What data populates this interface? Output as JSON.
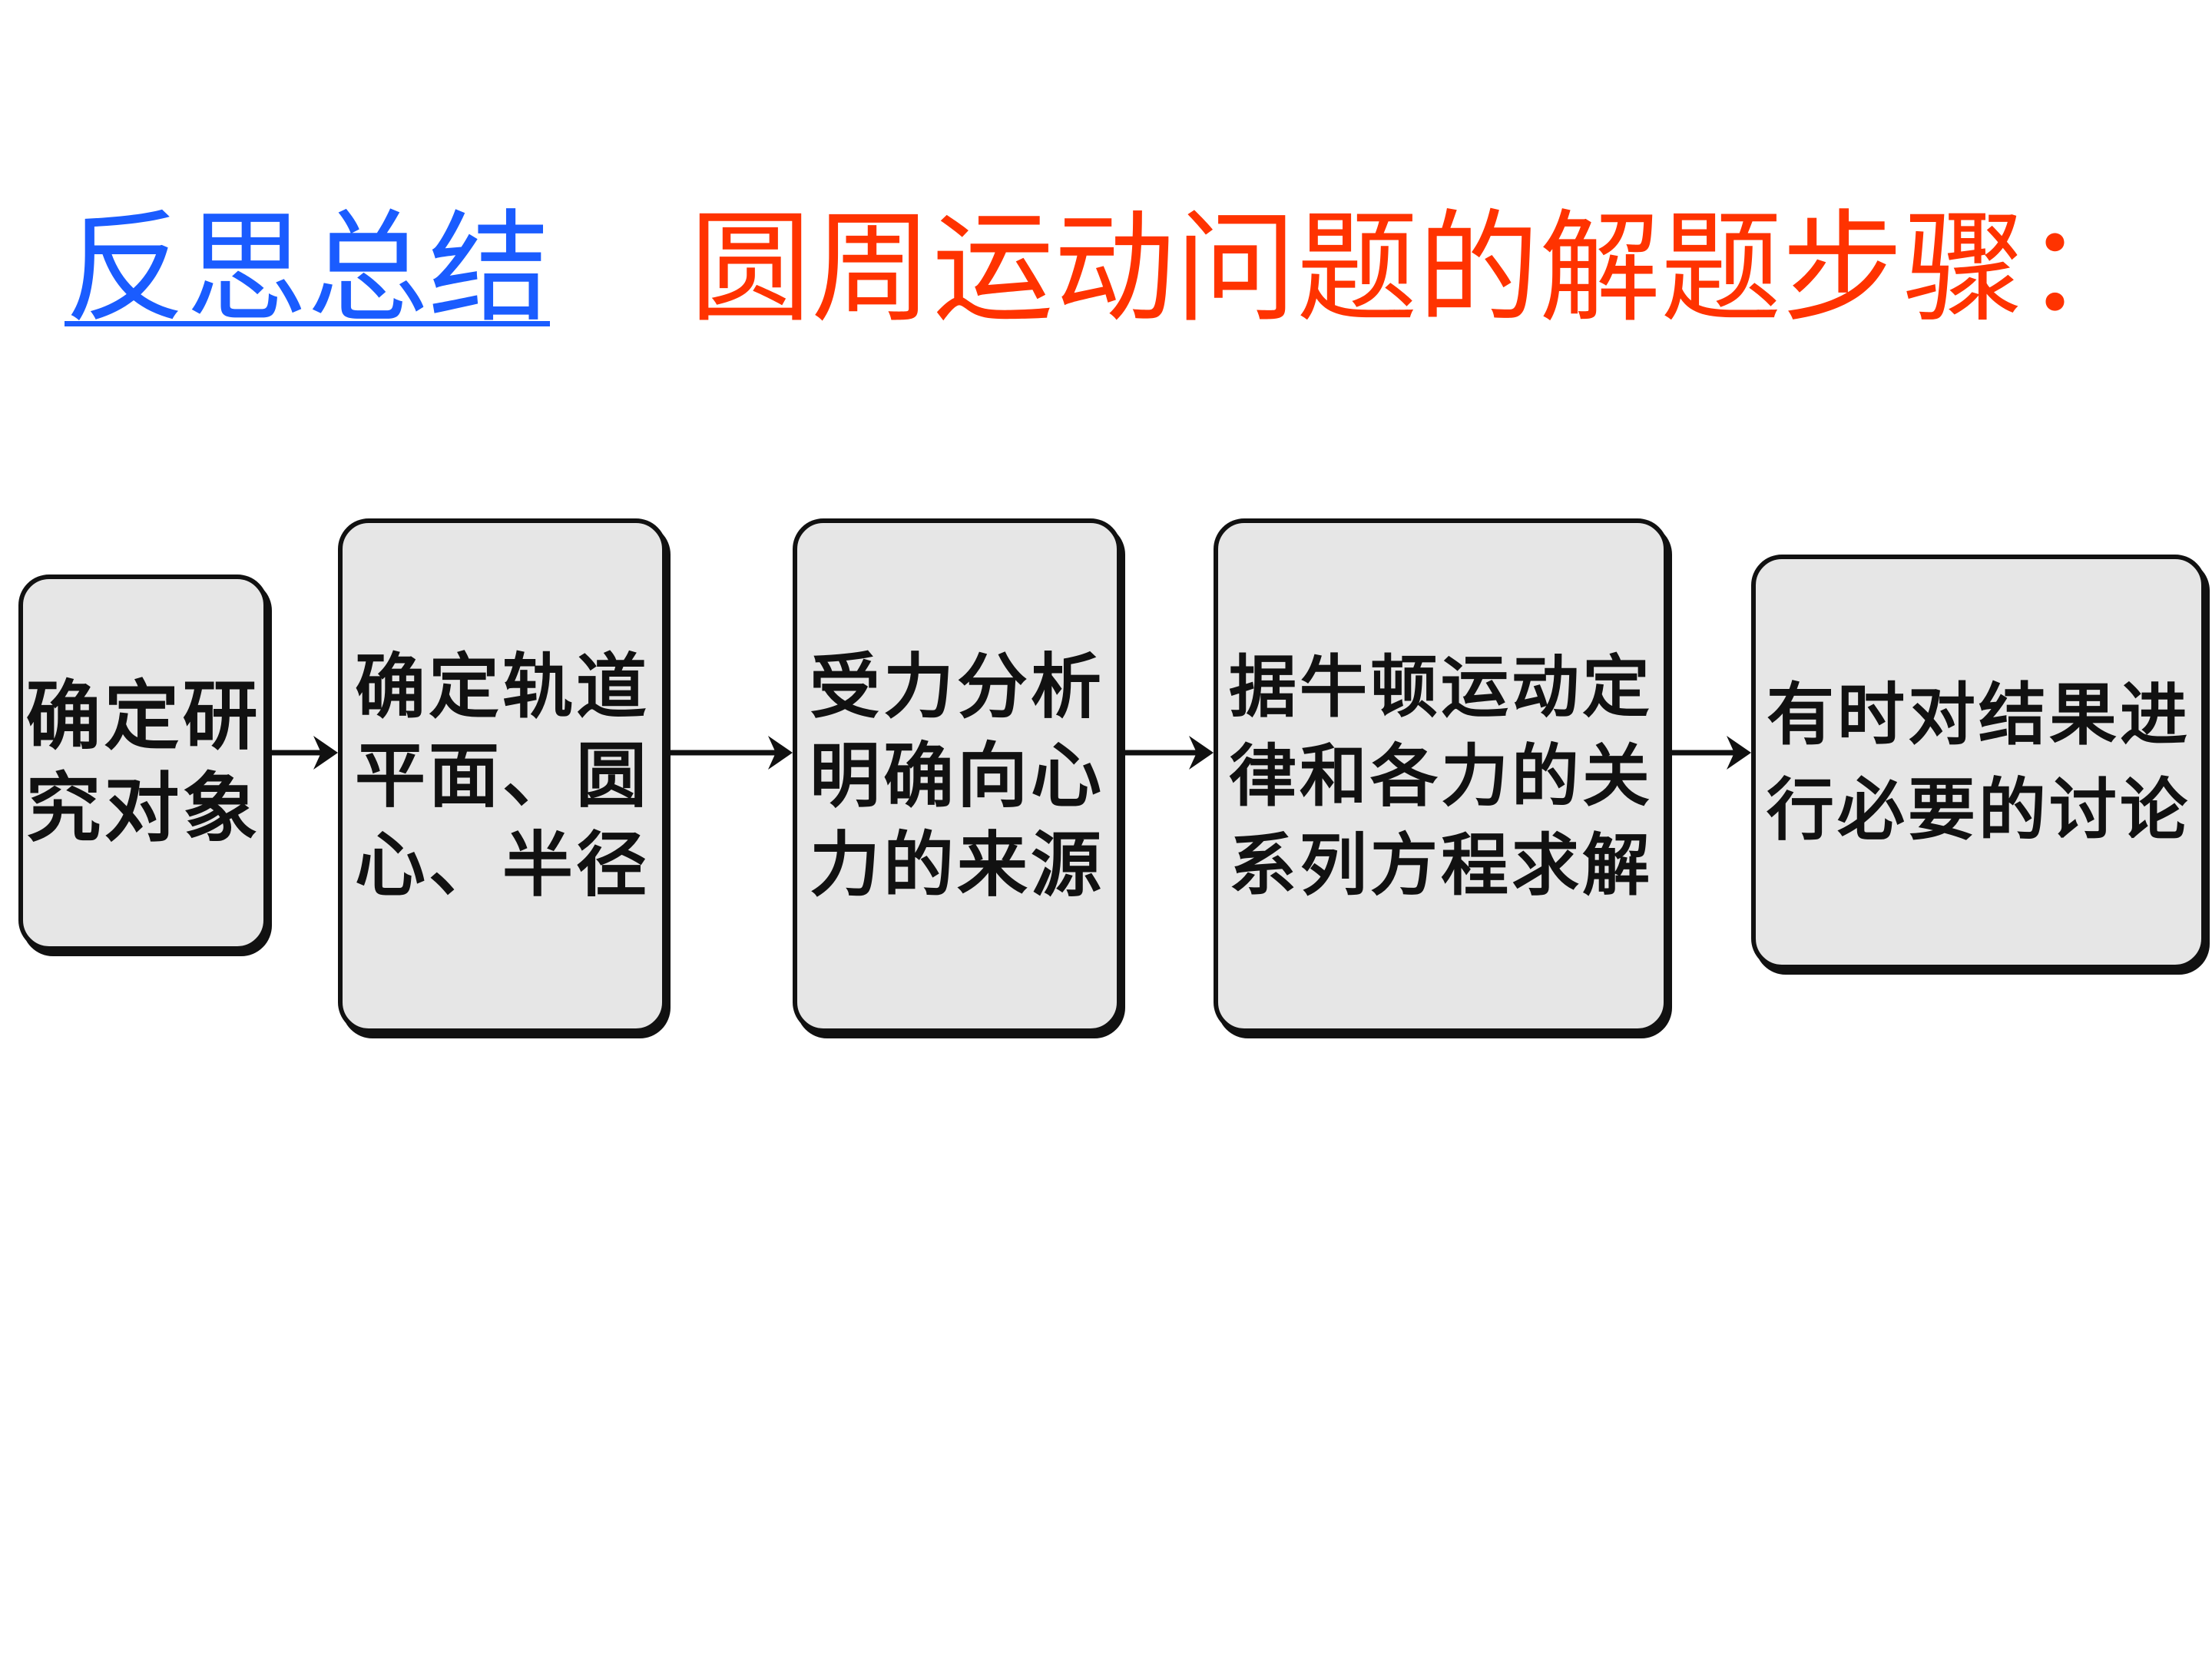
{
  "heading": {
    "link_text": "反思总结",
    "title": "圆周运动问题的解题步骤："
  },
  "steps": [
    {
      "lines": [
        "确定研",
        "究对象"
      ]
    },
    {
      "lines": [
        "确定轨道",
        "平面、圆",
        "心、半径"
      ]
    },
    {
      "lines": [
        "受力分析",
        "明确向心",
        "力的来源"
      ]
    },
    {
      "lines": [
        "据牛顿运动定",
        "律和各力的关",
        "系列方程求解"
      ]
    },
    {
      "lines": [
        "有时对结果进",
        "行必要的讨论"
      ]
    }
  ],
  "colors": {
    "link": "#1a5cff",
    "title": "#ff3300",
    "box_fill": "#e6e6e6",
    "box_border": "#111111"
  }
}
